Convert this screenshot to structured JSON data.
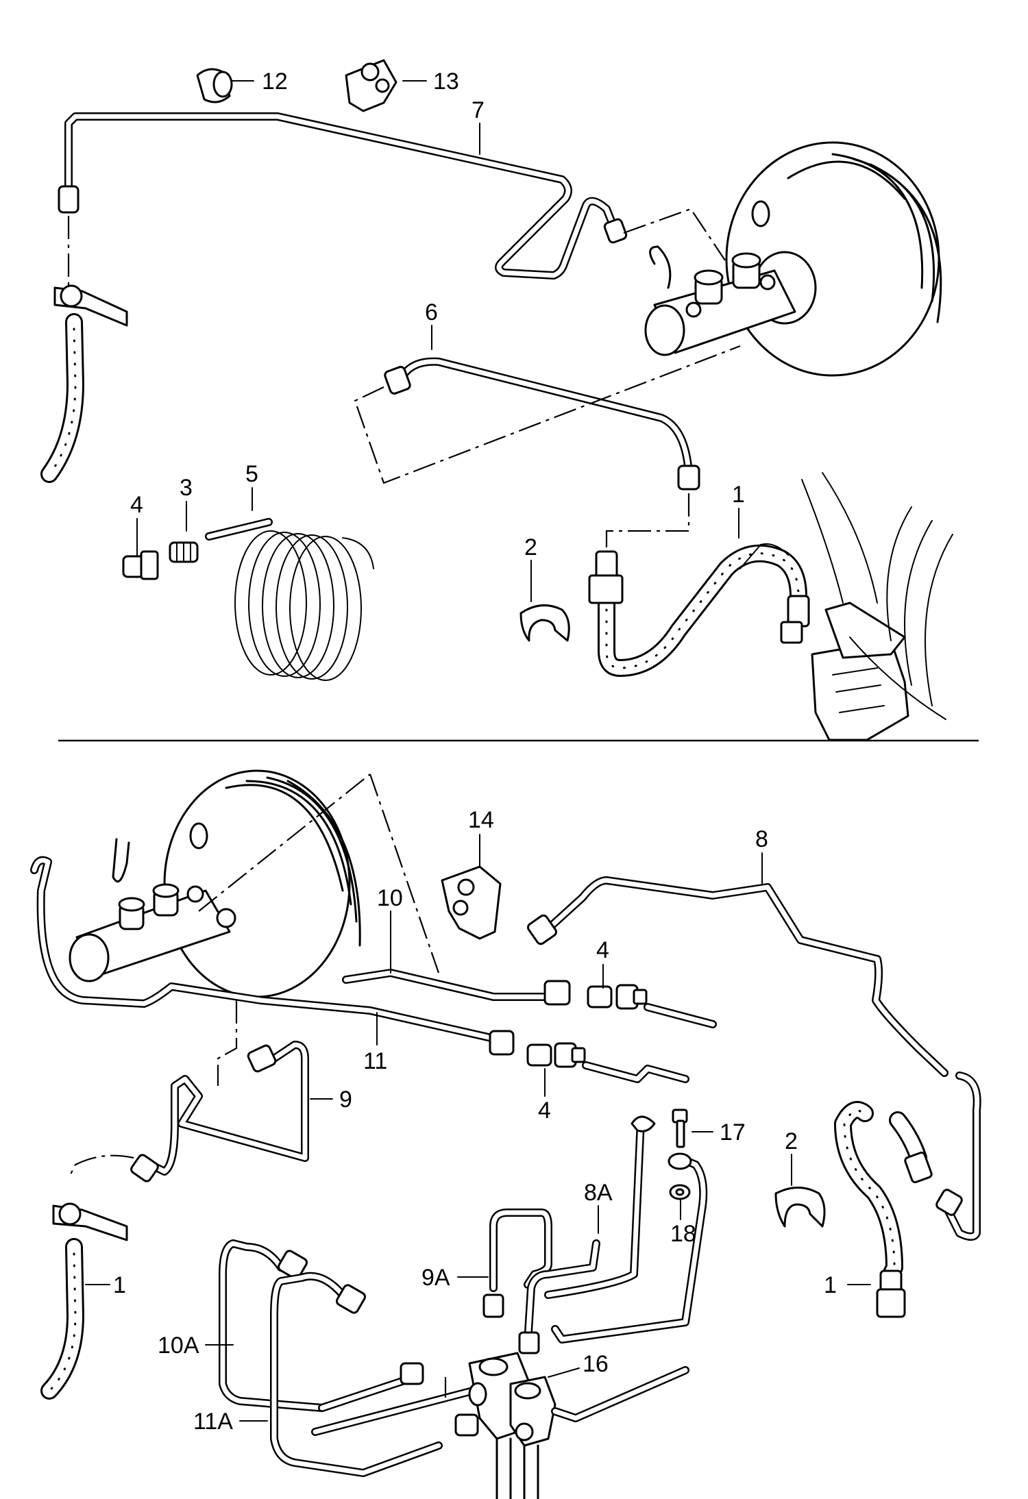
{
  "labels": {
    "p1_upper": "1",
    "p2_upper": "2",
    "p3": "3",
    "p4_upper": "4",
    "p5": "5",
    "p6": "6",
    "p7": "7",
    "p12": "12",
    "p13": "13",
    "p14": "14",
    "p8": "8",
    "p10": "10",
    "p4_mid_a": "4",
    "p11": "11",
    "p9": "9",
    "p4_mid_b": "4",
    "p17": "17",
    "p2_lower": "2",
    "p8a": "8A",
    "p18": "18",
    "p9a": "9A",
    "p1_lower_left": "1",
    "p1_lower_right": "1",
    "p10a": "10A",
    "p16": "16",
    "p11a": "11A"
  }
}
